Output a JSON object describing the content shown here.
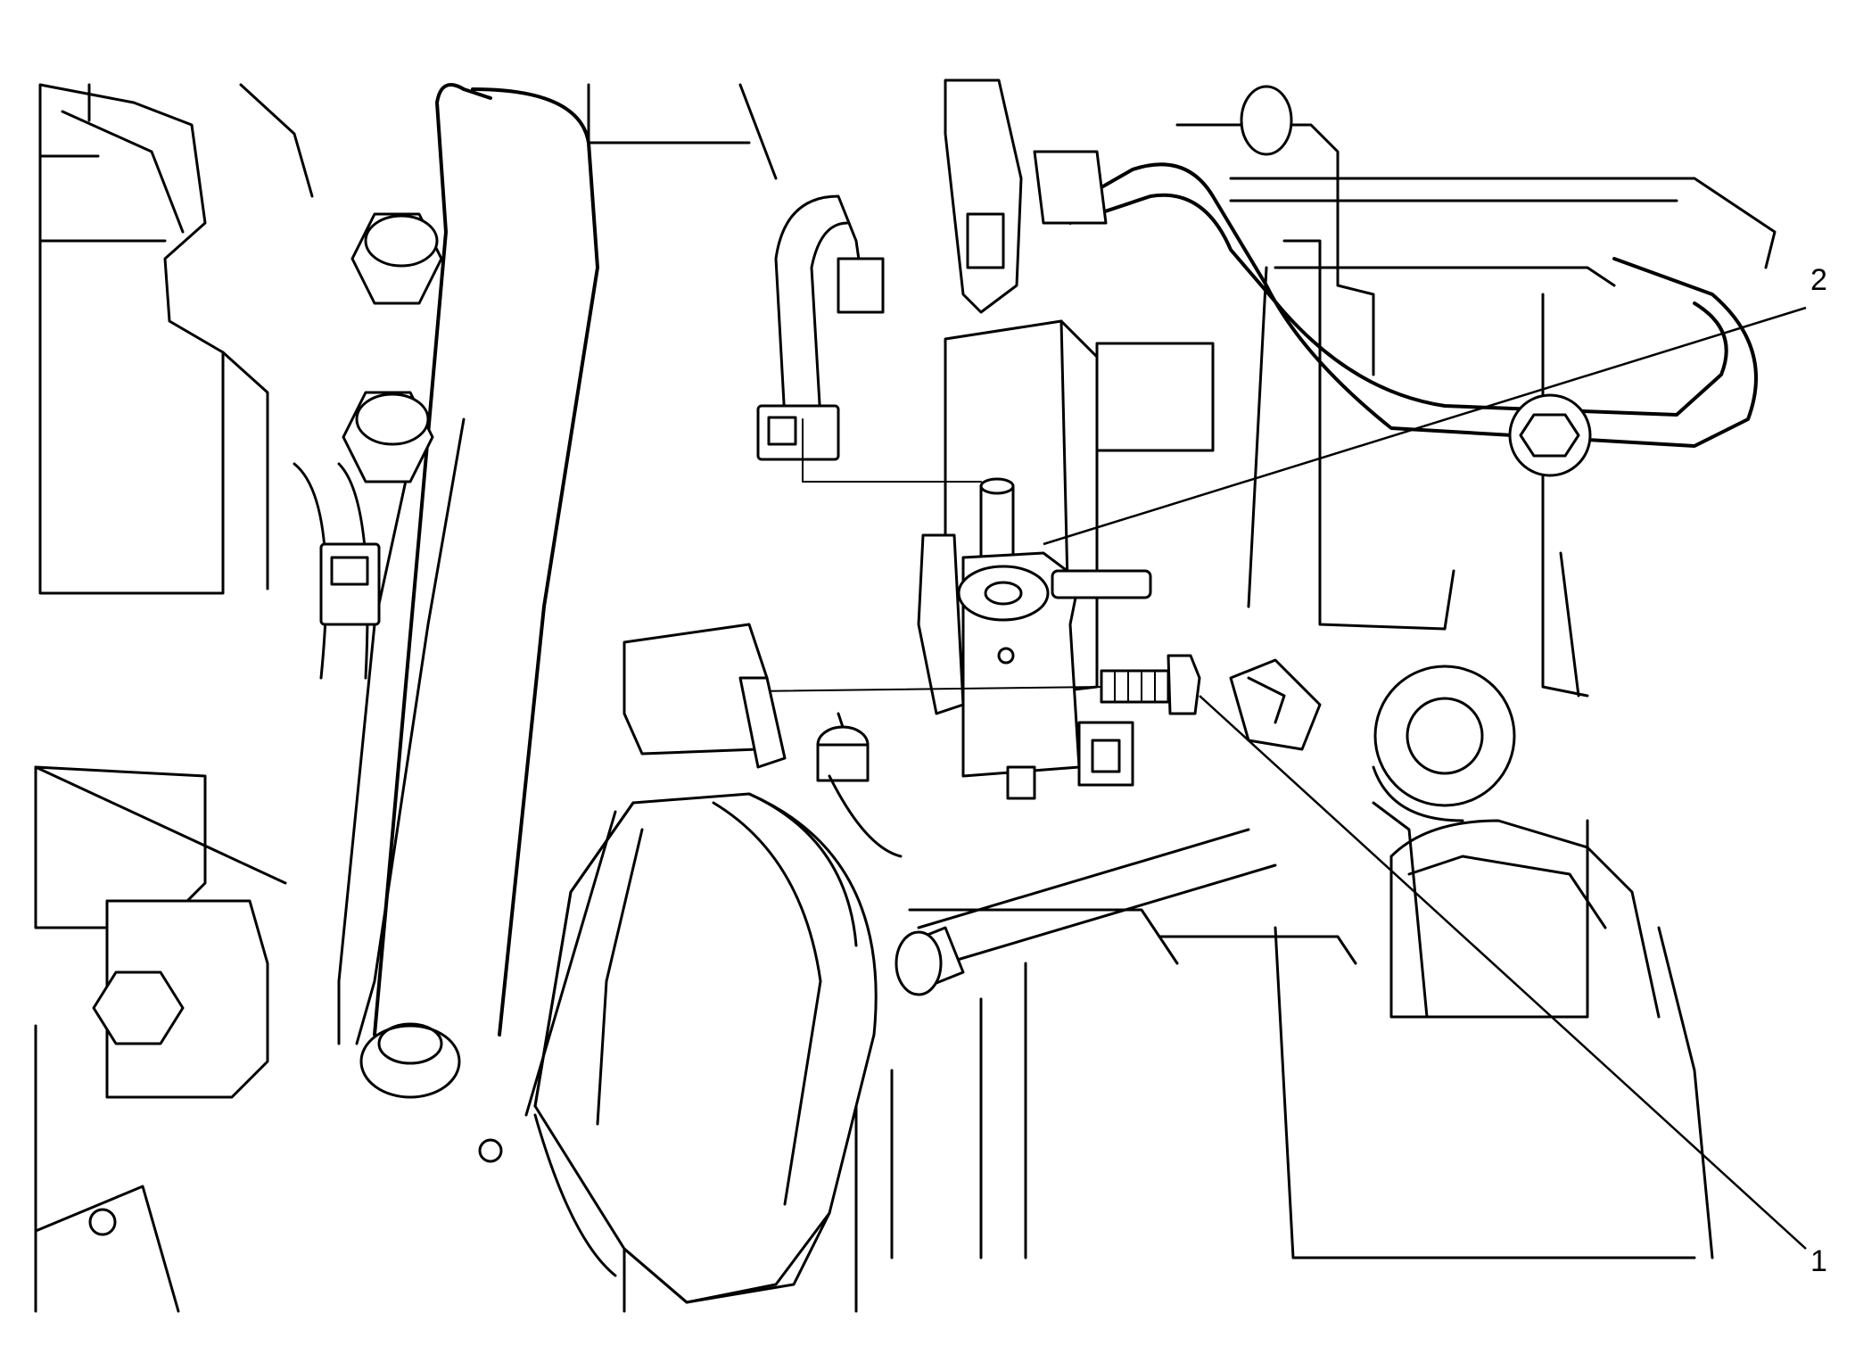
{
  "diagram": {
    "callouts": [
      {
        "id": "callout-1",
        "label": "1"
      },
      {
        "id": "callout-2",
        "label": "2"
      }
    ],
    "colors": {
      "line": "#000000",
      "background": "#ffffff"
    }
  }
}
